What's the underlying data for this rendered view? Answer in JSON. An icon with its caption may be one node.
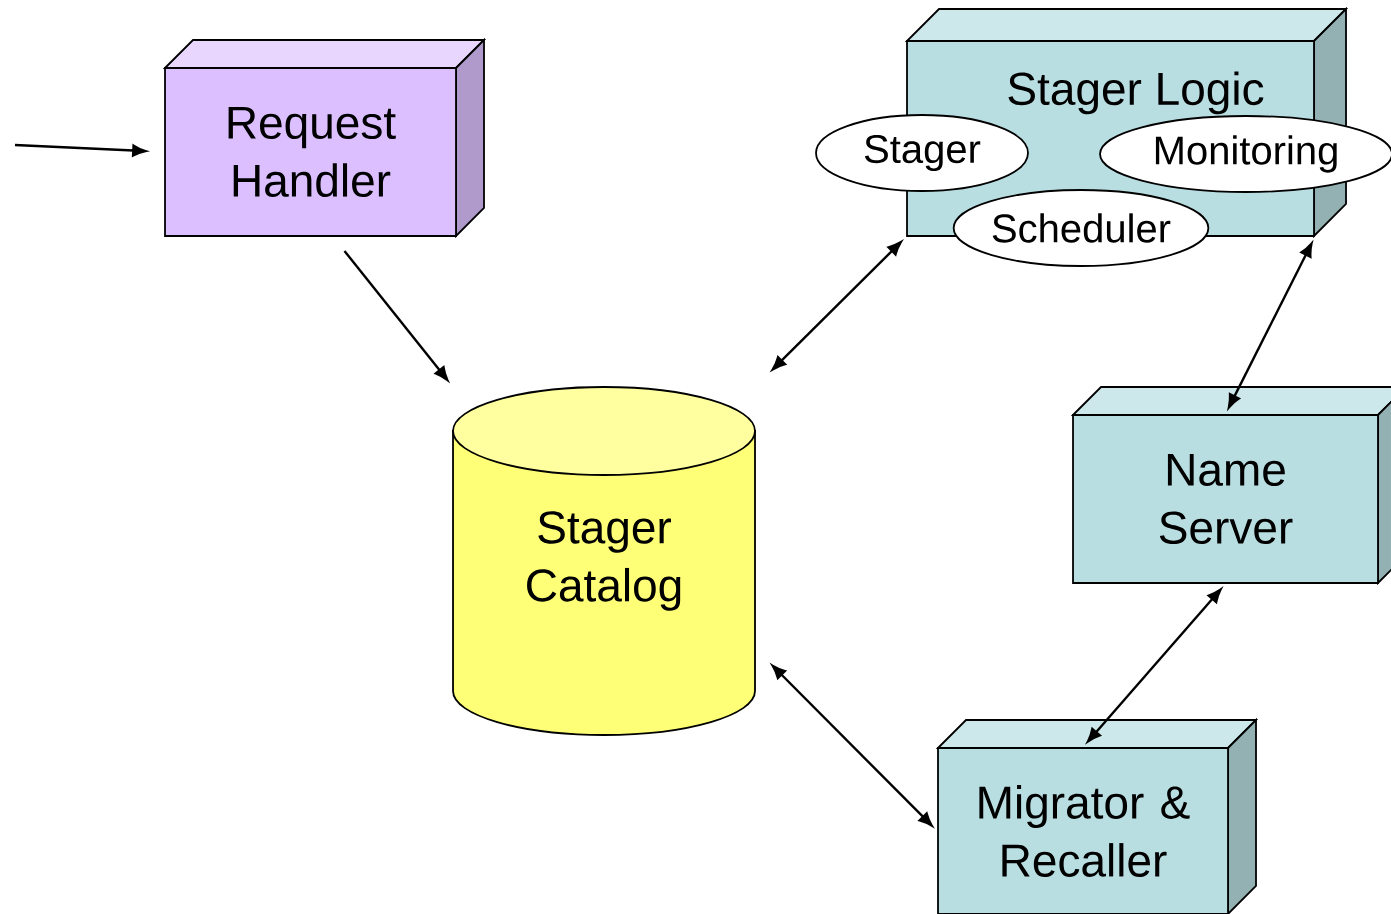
{
  "diagram": {
    "nodes": [
      {
        "text": [
          "Request Handler"
        ]
      },
      {
        "text": [
          "Stager Catalog"
        ]
      },
      {
        "text": [
          "Stager Logic"
        ]
      },
      {
        "text": [
          "Stager"
        ]
      },
      {
        "text": [
          "Monitoring"
        ]
      },
      {
        "text": [
          "Scheduler"
        ]
      },
      {
        "text": [
          "Name Server"
        ]
      },
      {
        "text": [
          "Migrator & Recaller"
        ]
      }
    ],
    "edges": [
      {
        "from": null,
        "to": 0,
        "arrow": "to"
      },
      {
        "from": 0,
        "to": 1,
        "arrow": "to"
      },
      {
        "from": 1,
        "to": 2,
        "arrow": "both"
      },
      {
        "from": 2,
        "to": 6,
        "arrow": "both"
      },
      {
        "from": 6,
        "to": 7,
        "arrow": "both"
      },
      {
        "from": 1,
        "to": 7,
        "arrow": "both"
      }
    ]
  }
}
